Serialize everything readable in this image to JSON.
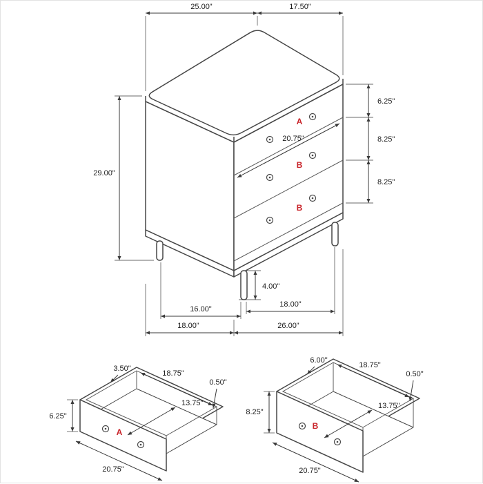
{
  "colors": {
    "object_line": "#474747",
    "dimension_line": "#3a3a3a",
    "drawer_label": "#c9252b",
    "background": "#ffffff"
  },
  "main": {
    "dim_top_width": "25.00\"",
    "dim_top_depth": "17.50\"",
    "dim_height": "29.00\"",
    "dim_drawer_a_height": "6.25\"",
    "dim_drawer_b1_height": "8.25\"",
    "dim_drawer_b2_height": "8.25\"",
    "dim_drawer_width": "20.75\"",
    "dim_leg_height": "4.00\"",
    "dim_leg_span_depth": "16.00\"",
    "dim_leg_span_width": "18.00\"",
    "dim_overall_depth": "18.00\"",
    "dim_overall_width": "26.00\"",
    "label_drawer_a": "A",
    "label_drawer_b1": "B",
    "label_drawer_b2": "B"
  },
  "drawer_a": {
    "label": "A",
    "dim_box_side_height": "3.50\"",
    "dim_inner_width": "18.75\"",
    "dim_wall_thickness": "0.50\"",
    "dim_front_height": "6.25\"",
    "dim_inner_depth": "13.75\"",
    "dim_front_width": "20.75\""
  },
  "drawer_b": {
    "label": "B",
    "dim_box_side_height": "6.00\"",
    "dim_inner_width": "18.75\"",
    "dim_wall_thickness": "0.50\"",
    "dim_front_height": "8.25\"",
    "dim_inner_depth": "13.75\"",
    "dim_front_width": "20.75\""
  }
}
